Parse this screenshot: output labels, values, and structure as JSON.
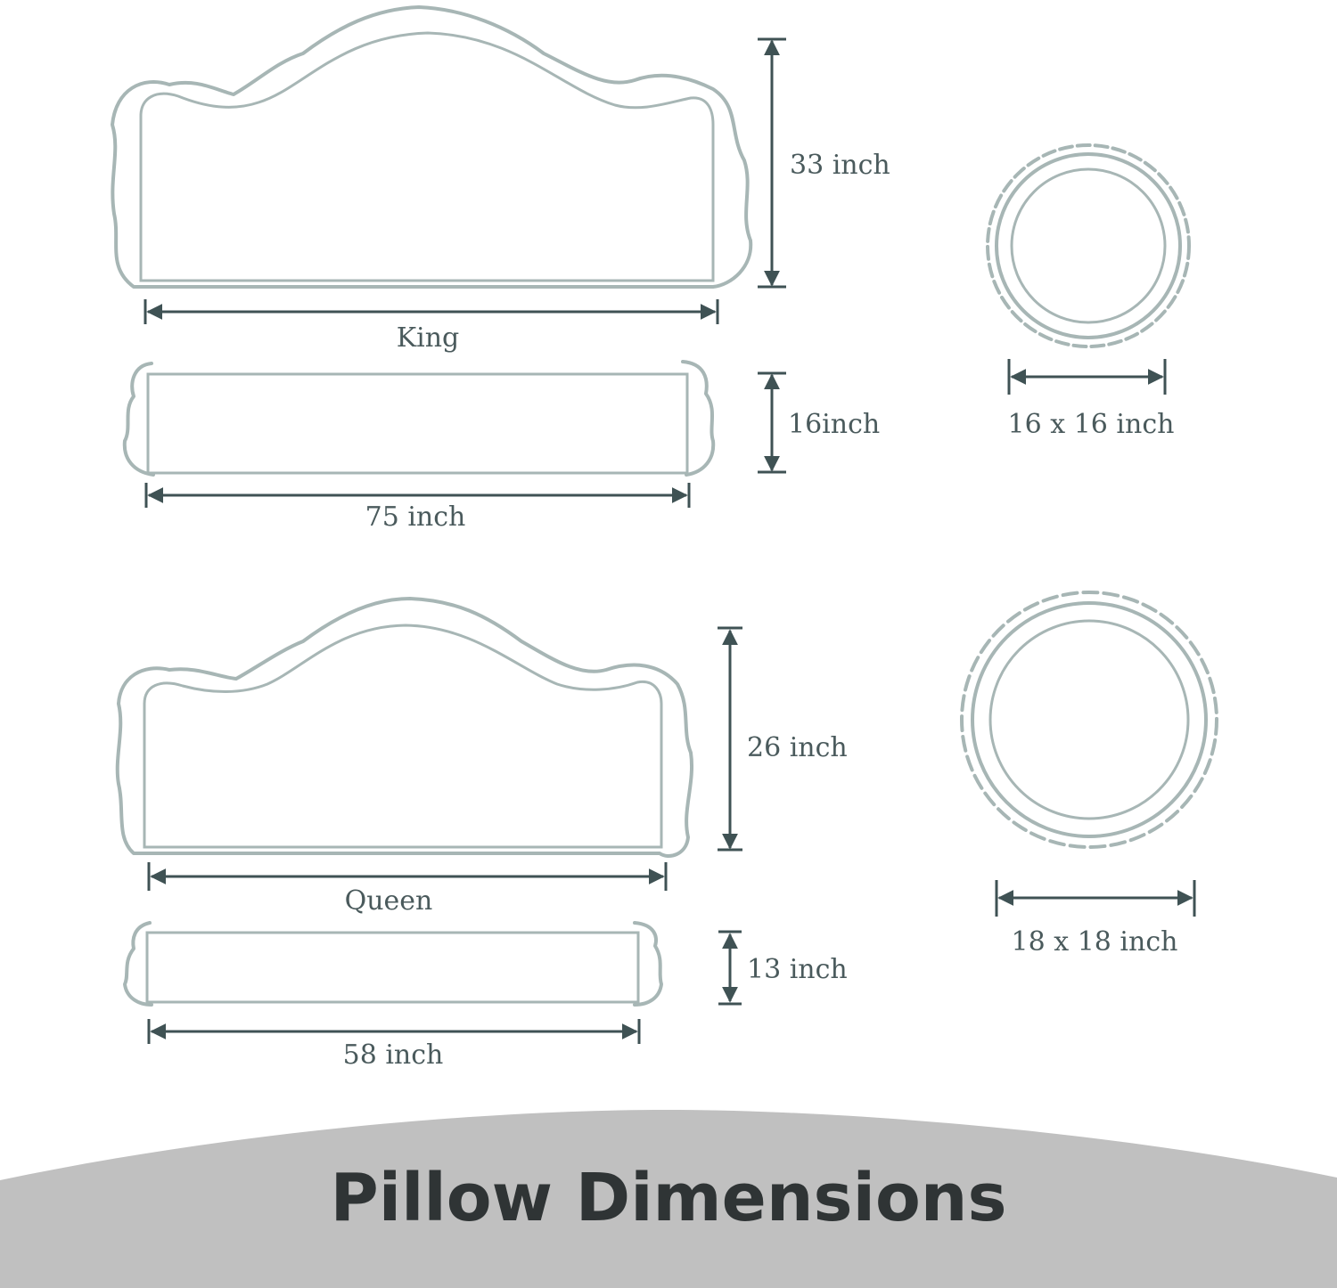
{
  "colors": {
    "outline": "#a7b6b5",
    "dimension_line": "#3f5254",
    "label_text": "#4a5a5c",
    "footer_band": "#c0c0c0",
    "title_text": "#2f3435"
  },
  "icons": [
    "ruffled-headboard-pillow",
    "ruffled-bolster-pillow",
    "ruffled-round-pillow",
    "dimension-arrow"
  ],
  "king": {
    "headboard_height": "33 inch",
    "size_name": "King",
    "bolster_height": "16inch",
    "bolster_width": "75 inch",
    "round_size": "16 x 16 inch"
  },
  "queen": {
    "headboard_height": "26 inch",
    "size_name": "Queen",
    "bolster_height": "13 inch",
    "bolster_width": "58 inch",
    "round_size": "18 x 18 inch"
  },
  "footer": {
    "title": "Pillow Dimensions"
  }
}
